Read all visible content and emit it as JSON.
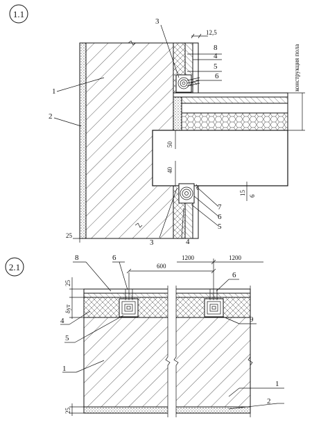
{
  "detail_1": {
    "id": "1.1",
    "callouts": {
      "c1": "1",
      "c2": "2",
      "c3_top": "3",
      "c3_bottom": "3",
      "c4_top": "4",
      "c4_bottom": "4",
      "c5_top": "5",
      "c5_bottom": "5",
      "c6_top": "6",
      "c6_bottom": "6",
      "c7": "7",
      "c8": "8"
    },
    "dims": {
      "d12_5": "12,5",
      "d25": "25",
      "d50": "50",
      "d40": "40",
      "d15": "15",
      "d6": "6"
    },
    "floor_label": "конструкция пола"
  },
  "detail_2": {
    "id": "2.1",
    "callouts": {
      "c1_left": "1",
      "c1_right": "1",
      "c2": "2",
      "c4": "4",
      "c5": "5",
      "c6_left": "6",
      "c6_right": "6",
      "c8": "8",
      "c9": "9"
    },
    "dims": {
      "d1200_a": "1200",
      "d1200_b": "1200",
      "d600": "600",
      "d25_top": "25",
      "d_ut": "δут",
      "d25_bottom": "25"
    }
  }
}
